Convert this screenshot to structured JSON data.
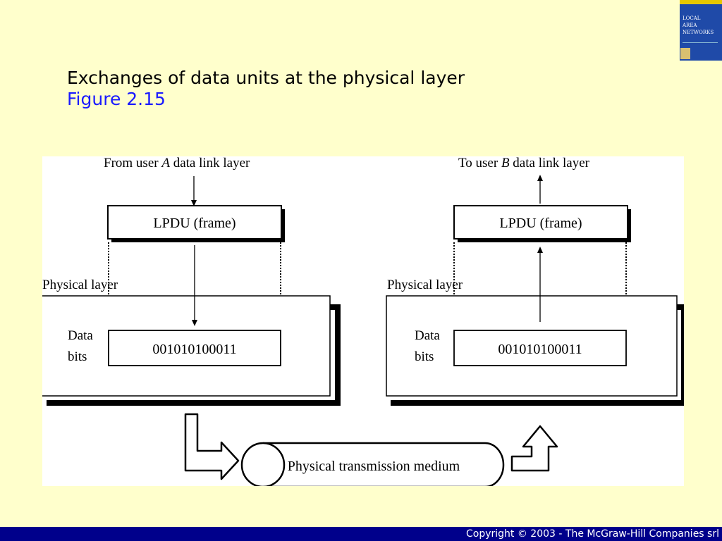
{
  "slide": {
    "title": "Exchanges of data units at the physical layer",
    "subtitle": "Figure 2.15"
  },
  "book_cover": {
    "title_line1": "LOCAL",
    "title_line2": "AREA",
    "title_line3": "NETWORKS"
  },
  "diagram": {
    "left": {
      "from_label_prefix": "From user ",
      "from_label_user": "A",
      "from_label_suffix": " data link layer",
      "frame_label": "LPDU (frame)",
      "layer_label": "Physical layer",
      "data_label_line1": "Data",
      "data_label_line2": "bits",
      "bits_value": "001010100011"
    },
    "right": {
      "to_label_prefix": "To user ",
      "to_label_user": "B",
      "to_label_suffix": " data link layer",
      "frame_label": "LPDU (frame)",
      "layer_label": "Physical layer",
      "data_label_line1": "Data",
      "data_label_line2": "bits",
      "bits_value": "001010100011"
    },
    "medium_label": "Physical transmission medium"
  },
  "footer": {
    "copyright": "Copyright © 2003 - The McGraw-Hill Companies srl"
  }
}
